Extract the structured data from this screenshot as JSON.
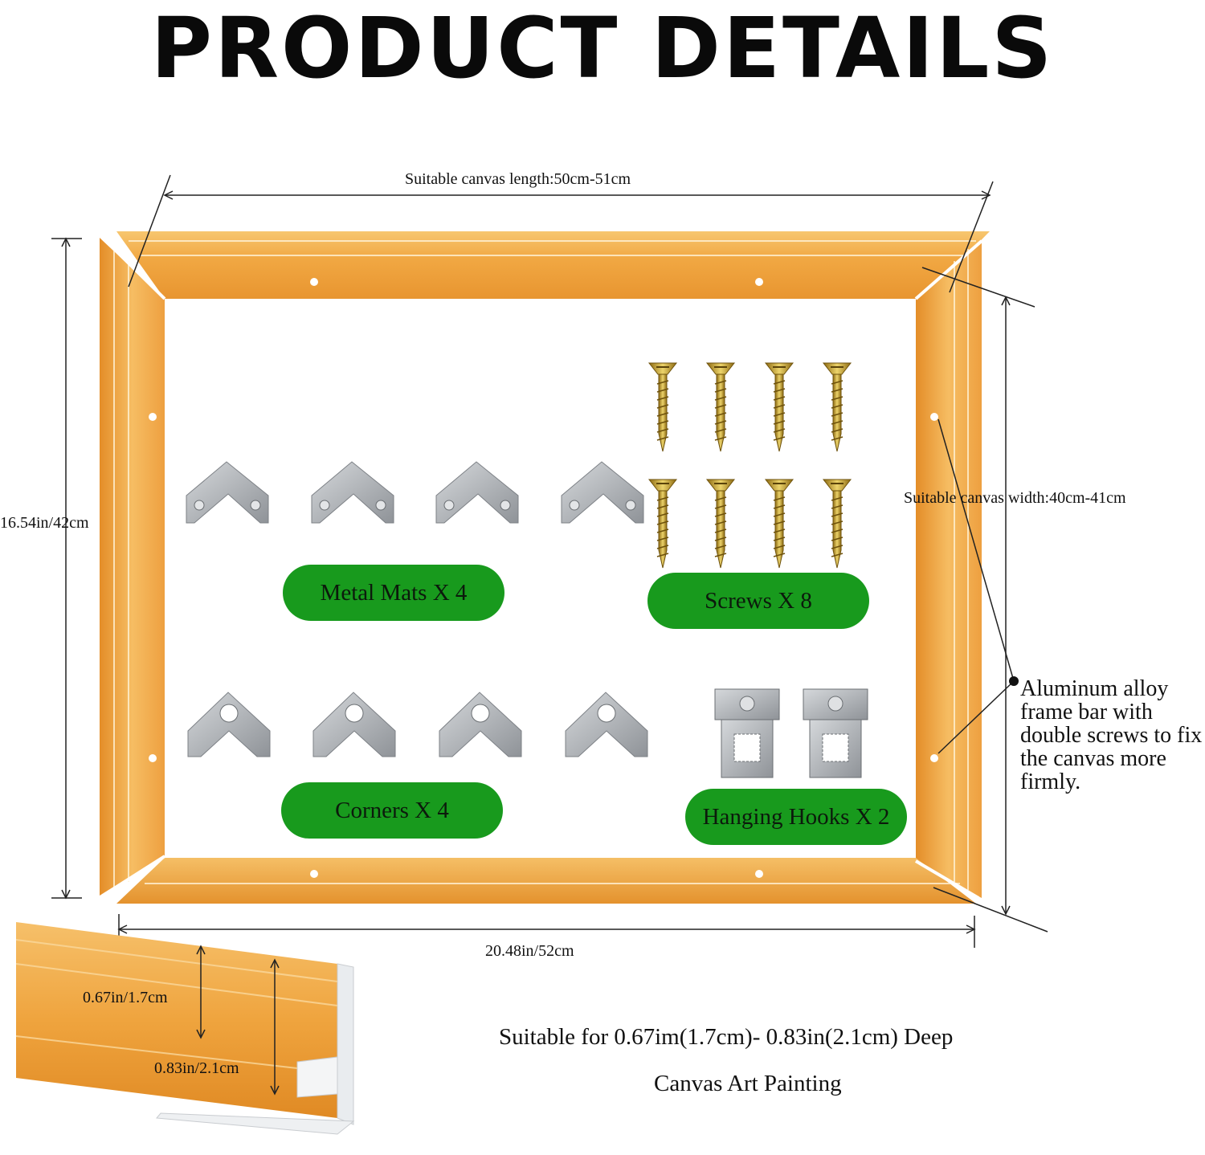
{
  "title": "PRODUCT DETAILS",
  "dimensions": {
    "length_label": "Suitable canvas length:50cm-51cm",
    "width_label": "Suitable canvas width:40cm-41cm",
    "height_label": "16.54in/42cm",
    "bottom_label": "20.48in/52cm"
  },
  "parts": {
    "metal_mats": "Metal Mats X 4",
    "screws": "Screws X 8",
    "corners": "Corners X 4",
    "hooks": "Hanging Hooks X 2"
  },
  "note": "Aluminum alloy frame bar with double screws to fix the canvas more firmly.",
  "profile": {
    "depth_small": "0.67in/1.7cm",
    "depth_large": "0.83in/2.1cm"
  },
  "suitable": {
    "line1": "Suitable for 0.67im(1.7cm)- 0.83in(2.1cm) Deep",
    "line2": "Canvas Art Painting"
  },
  "colors": {
    "frame": "#f0a63c",
    "pill": "#189a1d",
    "hardware": "#a8acb0",
    "screw": "#c9a431"
  }
}
